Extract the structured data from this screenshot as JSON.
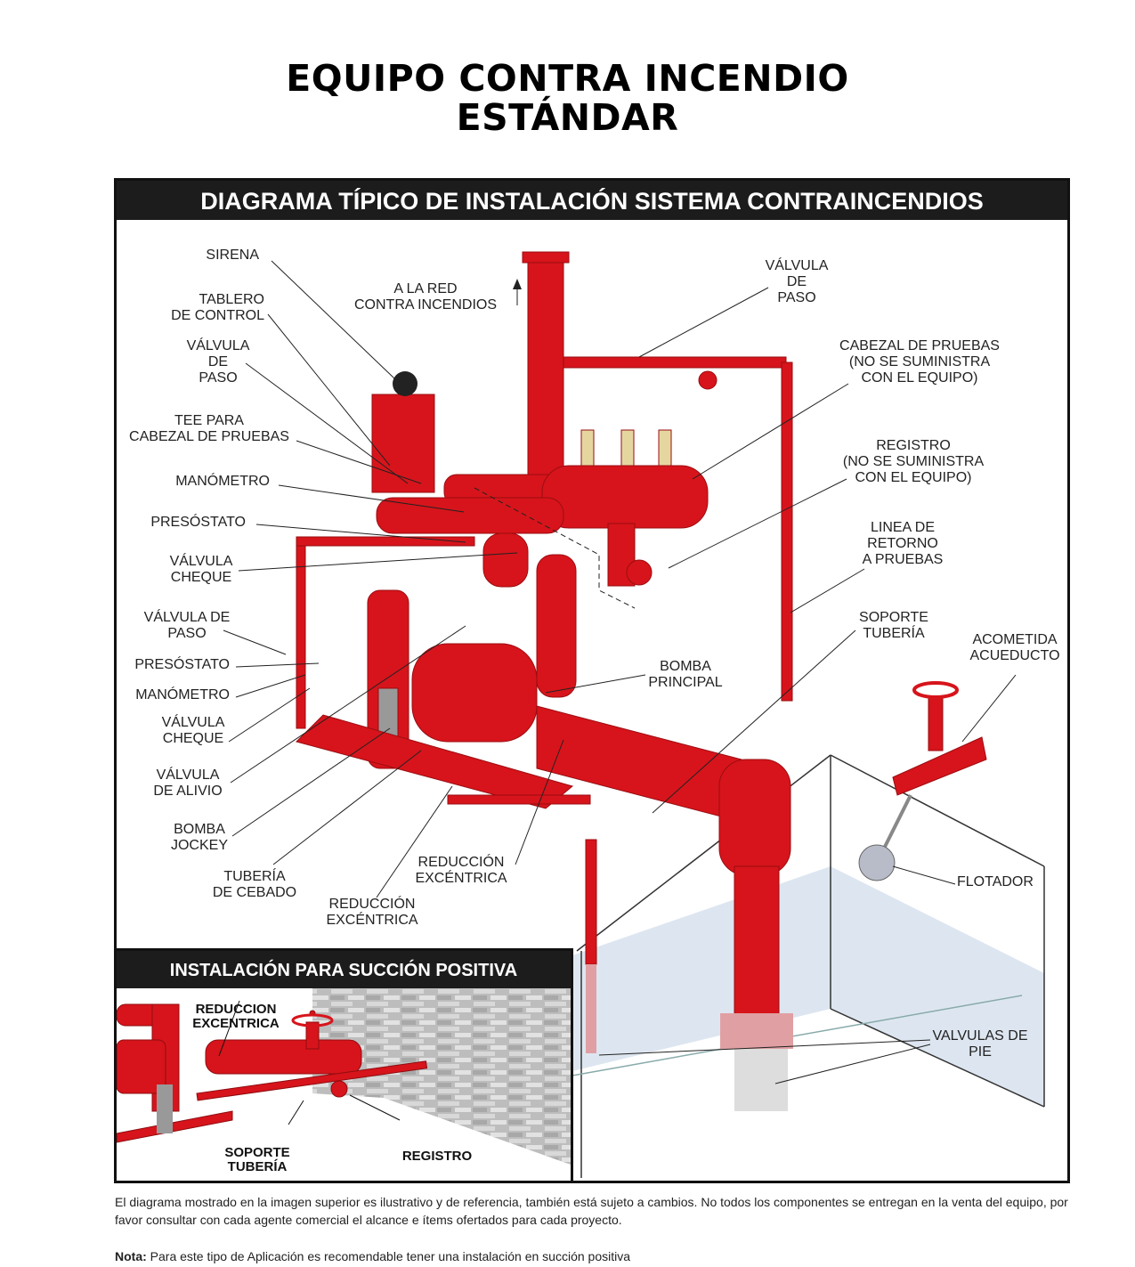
{
  "title": "EQUIPO CONTRA INCENDIO\nESTÁNDAR",
  "diagram": {
    "header": "DIAGRAMA TÍPICO DE INSTALACIÓN SISTEMA CONTRAINCENDIOS",
    "labels": {
      "sirena": "SIRENA",
      "tablero": "TABLERO\nDE CONTROL",
      "valvula_paso_1": "VÁLVULA\nDE\nPASO",
      "tee": "TEE PARA\nCABEZAL DE PRUEBAS",
      "manometro_1": "MANÓMETRO",
      "presostato_1": "PRESÓSTATO",
      "cheque_1": "VÁLVULA\nCHEQUE",
      "valvula_paso_2": "VÁLVULA DE\nPASO",
      "presostato_2": "PRESÓSTATO",
      "manometro_2": "MANÓMETRO",
      "cheque_2": "VÁLVULA\nCHEQUE",
      "alivio": "VÁLVULA\nDE ALIVIO",
      "jockey": "BOMBA\nJOCKEY",
      "cebado": "TUBERÍA\nDE CEBADO",
      "reduccion_1": "REDUCCIÓN\nEXCÉNTRICA",
      "reduccion_2": "REDUCCIÓN\nEXCÉNTRICA",
      "red": "A LA RED\nCONTRA INCENDIOS",
      "valvula_paso_3": "VÁLVULA\nDE\nPASO",
      "cabezal": "CABEZAL DE PRUEBAS\n(NO SE SUMINISTRA\nCON EL EQUIPO)",
      "registro": "REGISTRO\n(NO SE SUMINISTRA\nCON EL EQUIPO)",
      "retorno": "LINEA DE\nRETORNO\nA PRUEBAS",
      "soporte": "SOPORTE\nTUBERÍA",
      "acometida": "ACOMETIDA\nACUEDUCTO",
      "principal": "BOMBA\nPRINCIPAL",
      "flotador": "FLOTADOR",
      "pie": "VALVULAS DE\nPIE"
    }
  },
  "inset": {
    "header": "INSTALACIÓN PARA SUCCIÓN POSITIVA",
    "labels": {
      "reduccion": "REDUCCION\nEXCENTRICA",
      "soporte": "SOPORTE\nTUBERÍA",
      "registro": "REGISTRO"
    }
  },
  "footer": {
    "disclaimer": "El diagrama mostrado en la imagen superior es ilustrativo y de referencia, también está sujeto a cambios. No todos los componentes se entregan en la venta del equipo, por favor consultar con cada agente comercial el alcance e ítems ofertados para cada proyecto.",
    "note_label": "Nota:",
    "note_text": " Para este tipo de Aplicación es recomendable tener una instalación en succión positiva"
  },
  "colors": {
    "pipe": "#d7141b",
    "header": "#1c1c1c",
    "tank": "#dde6f0"
  }
}
